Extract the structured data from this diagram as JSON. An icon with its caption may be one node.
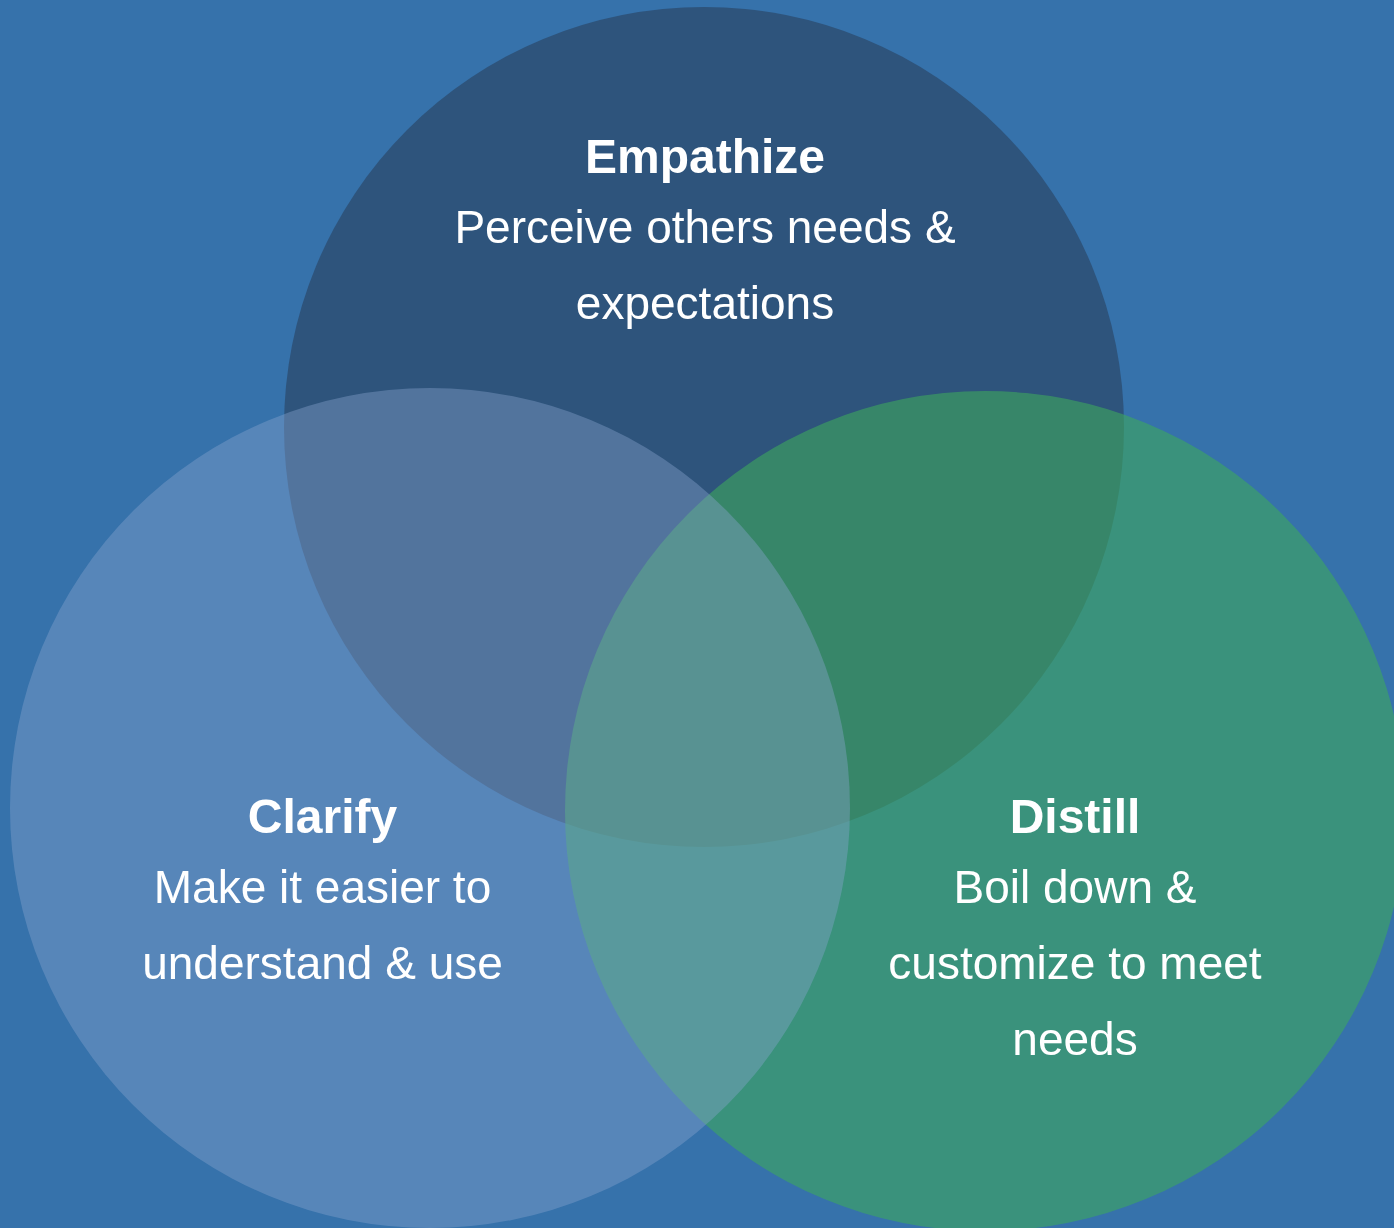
{
  "diagram": {
    "nodes": [
      {
        "text": [
          "Empathize",
          "Perceive others needs & expectations"
        ]
      },
      {
        "text": [
          "Distill",
          "Boil down & customize to meet needs"
        ]
      },
      {
        "text": [
          "Clarify",
          "Make it easier to understand & use"
        ]
      }
    ],
    "edges": []
  }
}
